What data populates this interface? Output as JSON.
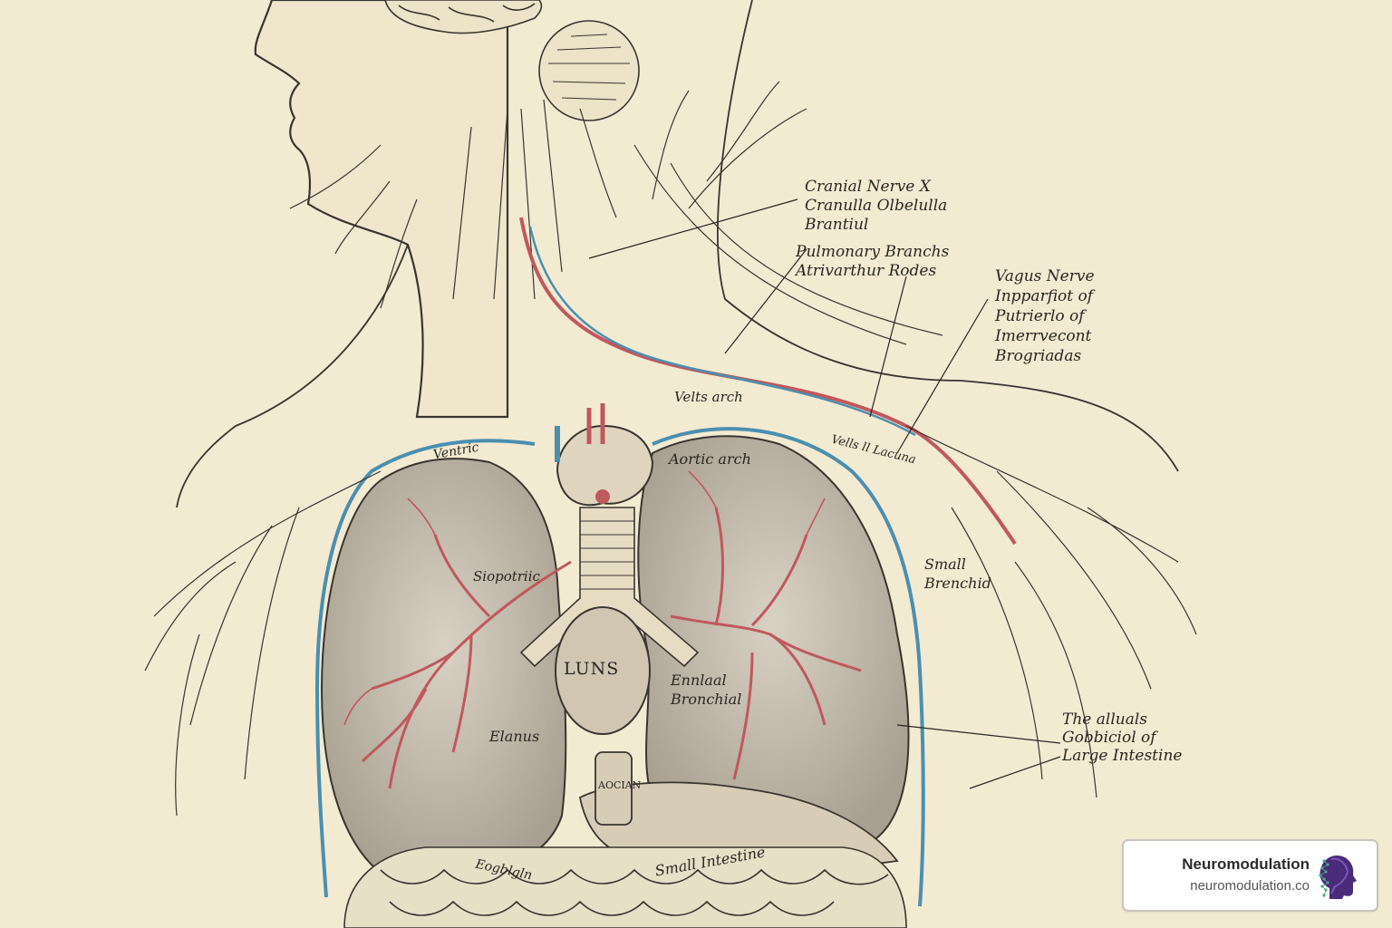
{
  "labels": {
    "cranial": [
      "Cranial Nerve X",
      "Cranulla Olbelulla",
      "Brantiul"
    ],
    "pulmonary": [
      "Pulmonary Branchs",
      "Atrivarthur Rodes"
    ],
    "vagus": [
      "Vagus Nerve",
      "Inpparfiot of",
      "Putrierlo of",
      "Imerrvecont",
      "Brogriadas"
    ],
    "velts_arch": "Velts arch",
    "ventric": "Ventric",
    "aortic_arch": "Aortic arch",
    "vells_lacuna": "Vells ll Lacuna",
    "small_bronchid": [
      "Small",
      "Brenchid"
    ],
    "siopotriic": "Siopotriic",
    "luns": "LUNS",
    "ennlaal": [
      "Ennlaal",
      "Bronchial"
    ],
    "elanus": "Elanus",
    "large_intestine": [
      "The alluals",
      "Gobbiciol of",
      "Large Intestine"
    ],
    "aocian": "AOCIAN",
    "lower_left": "Eogblgln",
    "small_intestine": "Small Intestine"
  },
  "brand": {
    "name": "Neuromodulation",
    "url": "neuromodulation.co"
  },
  "colors": {
    "paper": "#f3ead2",
    "ink": "#3a3430",
    "artery": "#c0585e",
    "vein": "#4a8fb0",
    "lung": "#c9c1b3"
  }
}
